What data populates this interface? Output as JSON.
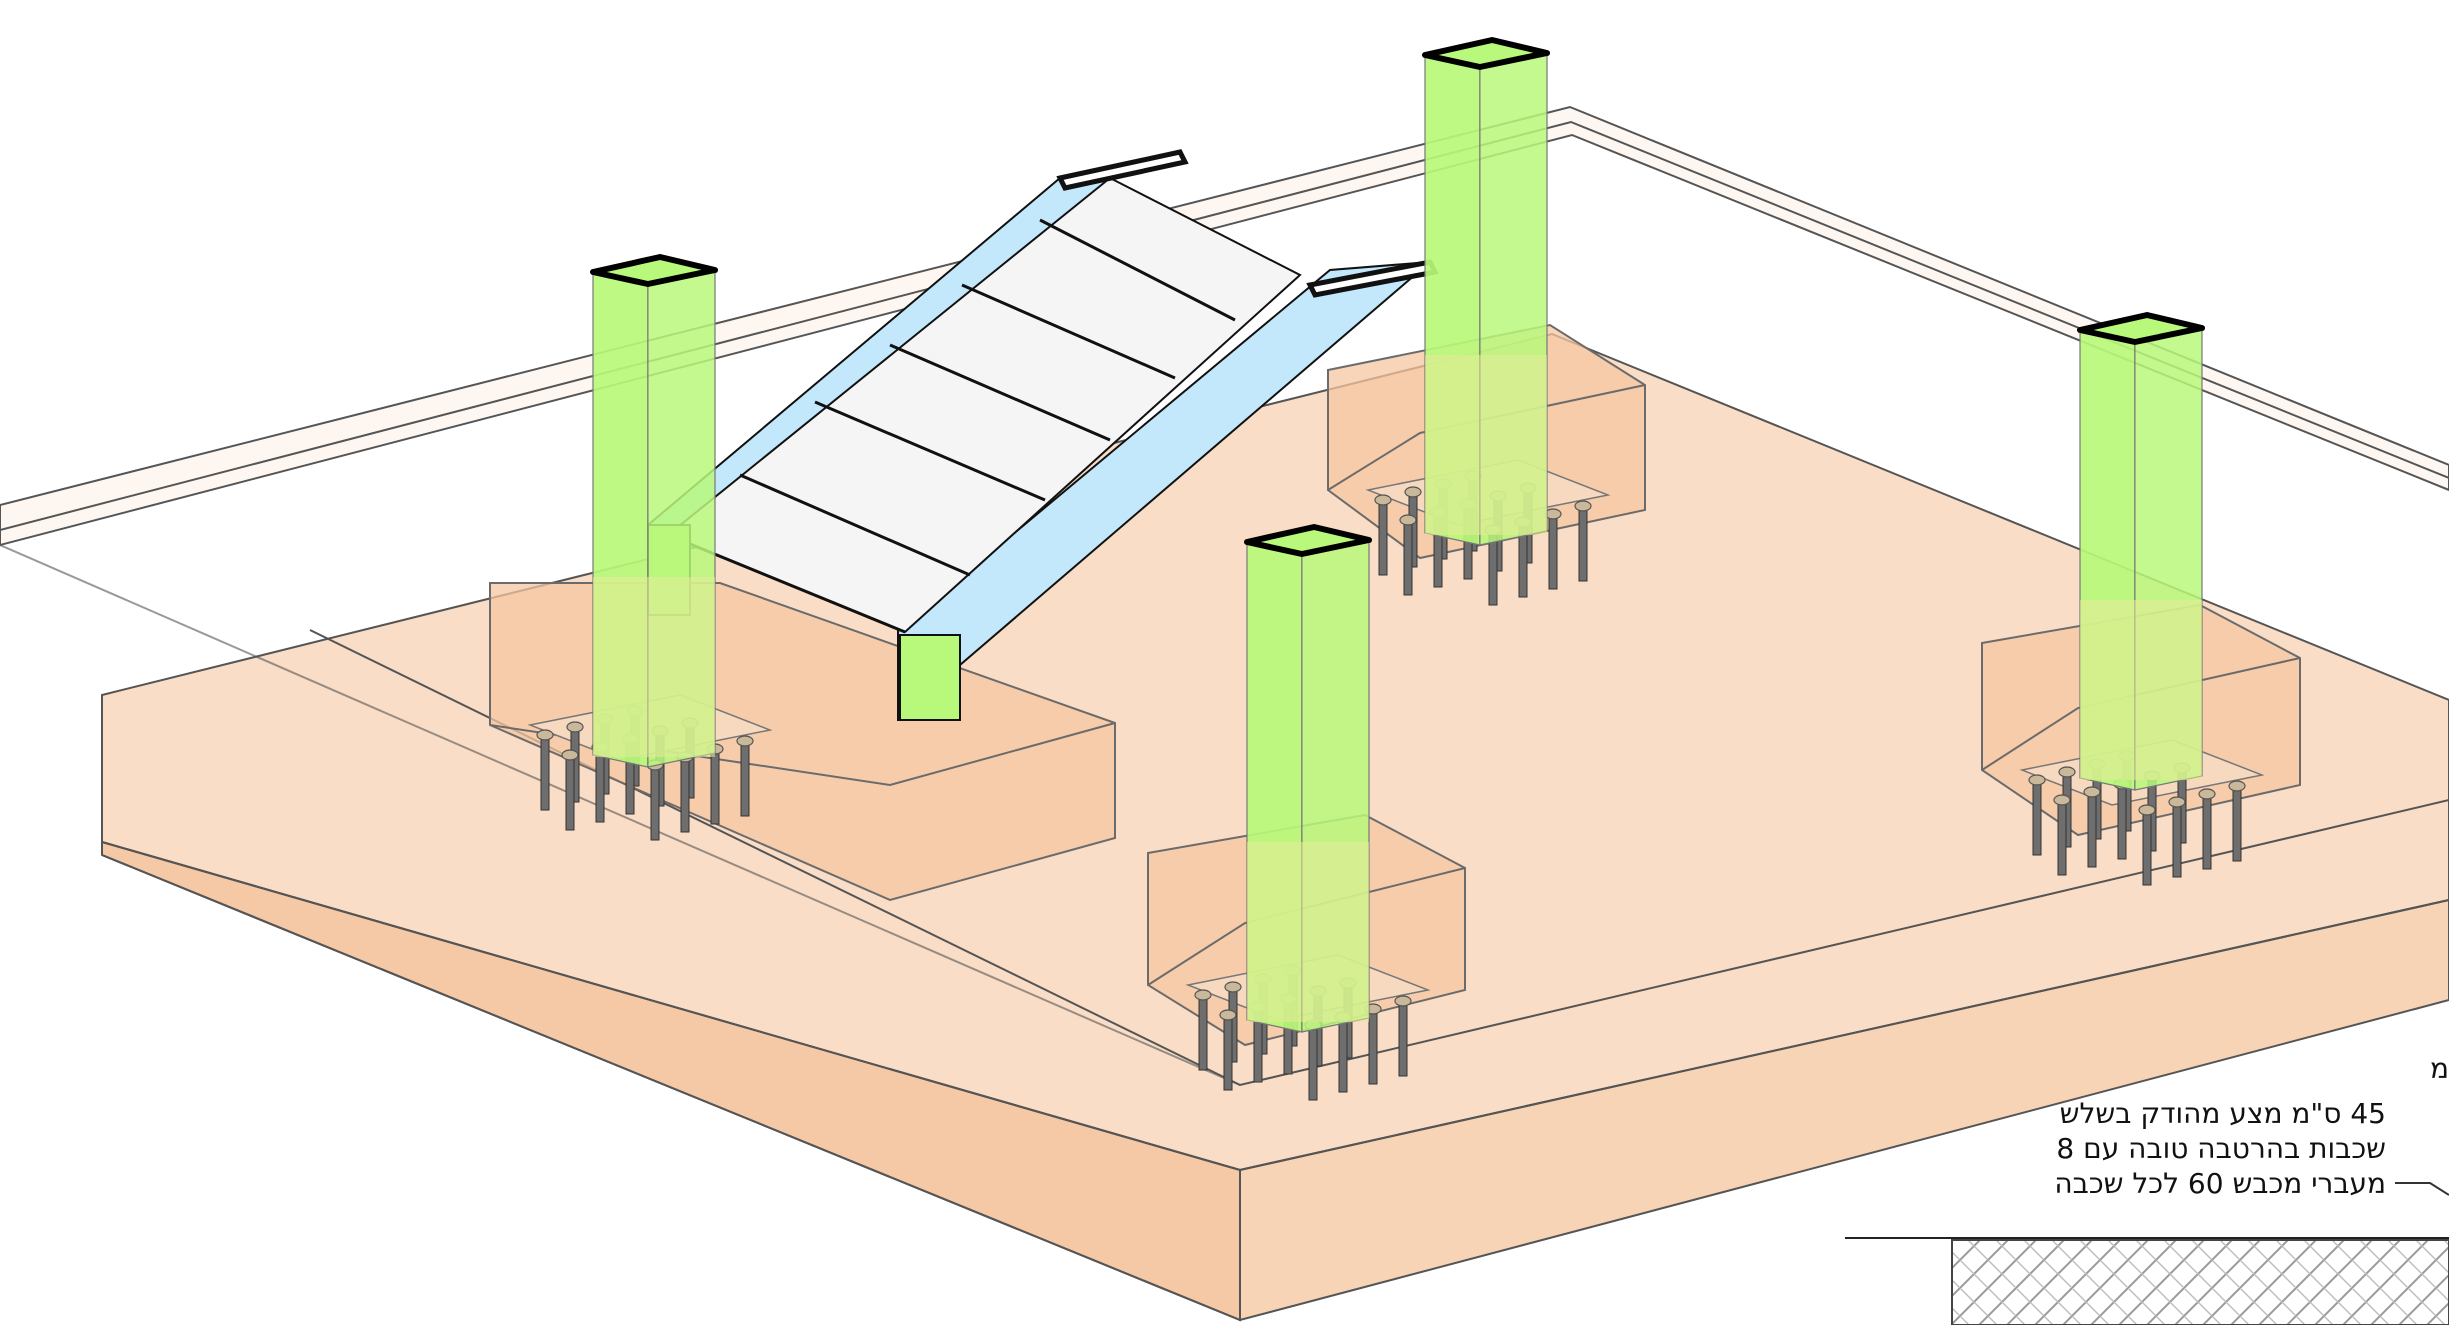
{
  "annotation": {
    "cut_char": "מ",
    "lines": [
      "45 ס\"מ מצע מהודק בשלש",
      "שכבות בהרטבה טובה עם 8",
      "מעברי מכבש 60 לכל שכבה"
    ]
  },
  "colors": {
    "slab": "#f5c6a0",
    "slab_line": "#6b6b6b",
    "column": "#b8f87a",
    "column_cap": "#000000",
    "stair_stringer": "#c4e8fb",
    "stair_tread": "#f5f5f5",
    "anchor_bolt": "#6e6e6e",
    "hatch": "#9a9a9a"
  }
}
